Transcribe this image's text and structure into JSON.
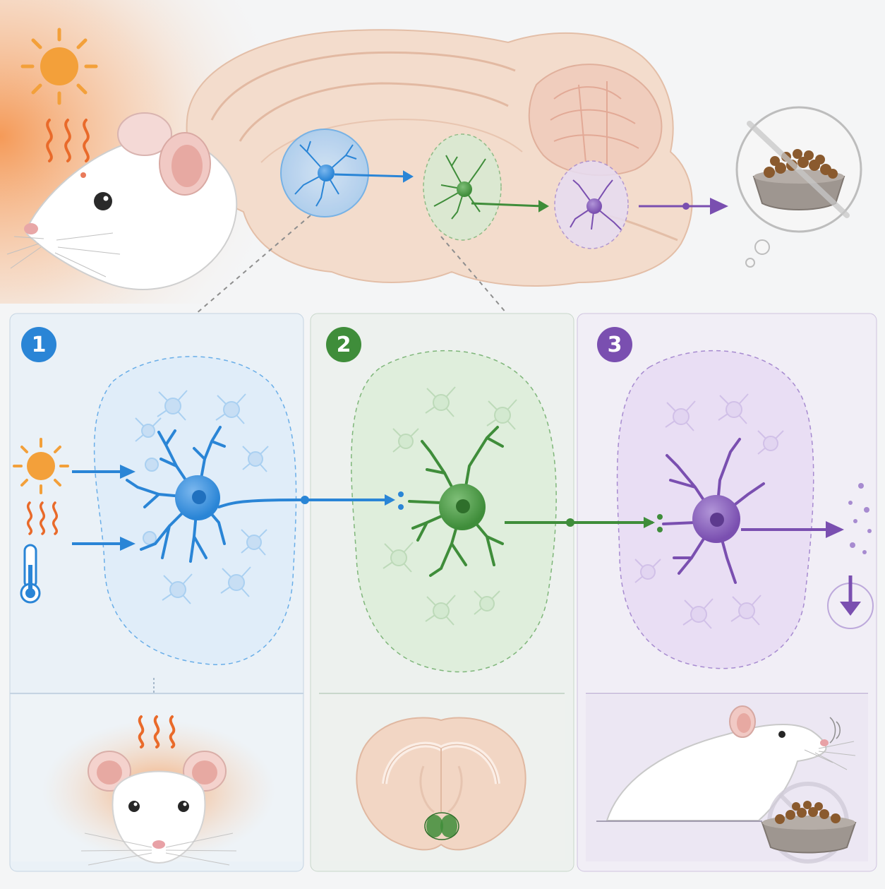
{
  "panels": [
    {
      "number": "1",
      "color": "#2a85d6"
    },
    {
      "number": "2",
      "color": "#3f8d3a"
    },
    {
      "number": "3",
      "color": "#7a4fb0"
    }
  ],
  "colors": {
    "blue": "#2a85d6",
    "green": "#3f8d3a",
    "purple": "#7a4fb0",
    "heat": "#f5883a",
    "brain": "#f2d6c4"
  },
  "icons": [
    "sun-icon",
    "heat-waves-icon",
    "thermometer-icon",
    "food-bowl-icon",
    "no-food-icon",
    "thought-bubble-icon",
    "decrease-arrow-icon"
  ]
}
